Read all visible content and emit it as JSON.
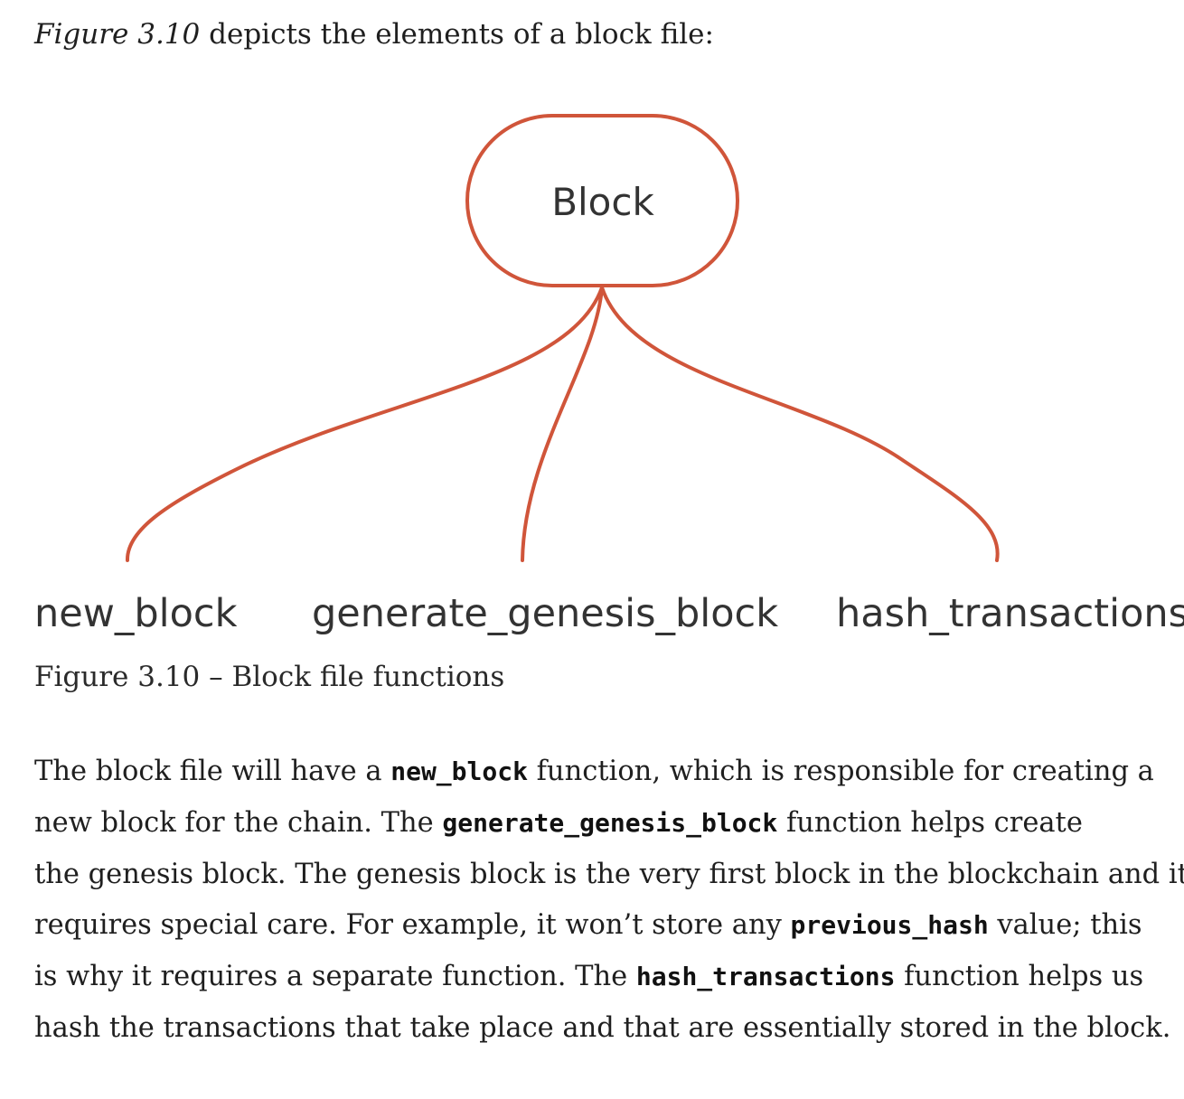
{
  "intro": {
    "fig_ref": "Figure 3.10",
    "text": " depicts the elements of a block file:"
  },
  "diagram": {
    "root": "Block",
    "children": [
      "new_block",
      "generate_genesis_block",
      "hash_transactions"
    ],
    "edge_color": "#d0553a"
  },
  "caption": "Figure 3.10 – Block file functions",
  "paragraph": {
    "l1a": "The block file will have a ",
    "l1code": "new_block",
    "l1b": " function, which is responsible for creating a",
    "l2a": "new block for the chain. The ",
    "l2code": "generate_genesis_block",
    "l2b": " function helps create",
    "l3": "the genesis block. The genesis block is the very first block in the blockchain and it",
    "l4a": "requires special care. For example, it won’t store any ",
    "l4code": "previous_hash",
    "l4b": " value; this",
    "l5a": "is why it requires a separate function. The ",
    "l5code": "hash_transactions",
    "l5b": " function helps us",
    "l6": "hash the transactions that take place and that are essentially stored in the block."
  }
}
